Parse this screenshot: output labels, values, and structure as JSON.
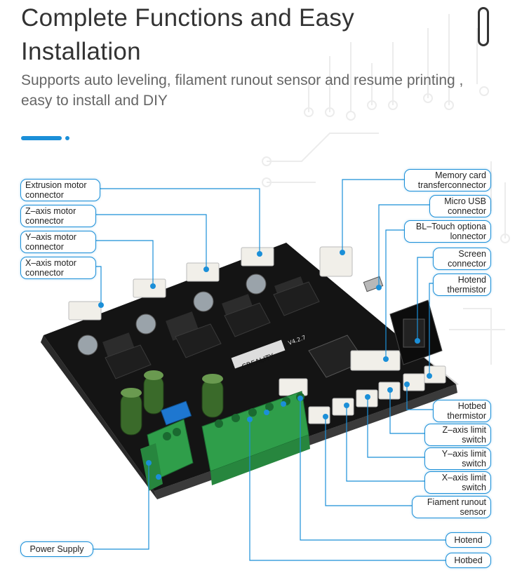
{
  "header": {
    "title": "Complete Functions and Easy Installation",
    "subtitle": "Supports auto leveling,  filament runout sensor and resume printing , easy to install and DIY"
  },
  "board": {
    "brand_text": "CREALITY",
    "version_text": "V4.2.7"
  },
  "labels": {
    "extrusion_motor": "Extrusion motor connector",
    "z_axis_motor": "Z–axis motor connector",
    "y_axis_motor": "Y–axis motor connector",
    "x_axis_motor": "X–axis motor connector",
    "memory_card": "Memory card transferconnector",
    "micro_usb": "Micro USB connector",
    "bl_touch": "BL–Touch optiona lonnector",
    "screen": "Screen connector",
    "hotend_thermistor": "Hotend thermistor",
    "hotbed_thermistor": "Hotbed thermistor",
    "z_axis_limit": "Z–axis limit switch",
    "y_axis_limit": "Y–axis limit switch",
    "x_axis_limit": "X–axis limit switch",
    "filament_runout": "Fiament runout sensor",
    "hotend": "Hotend",
    "hotbed": "Hotbed",
    "power_supply": "Power Supply"
  },
  "colors": {
    "accent": "#1b8fd8",
    "title": "#333333",
    "subtitle": "#666666",
    "board": "#141414",
    "terminal": "#2f9e4a"
  }
}
